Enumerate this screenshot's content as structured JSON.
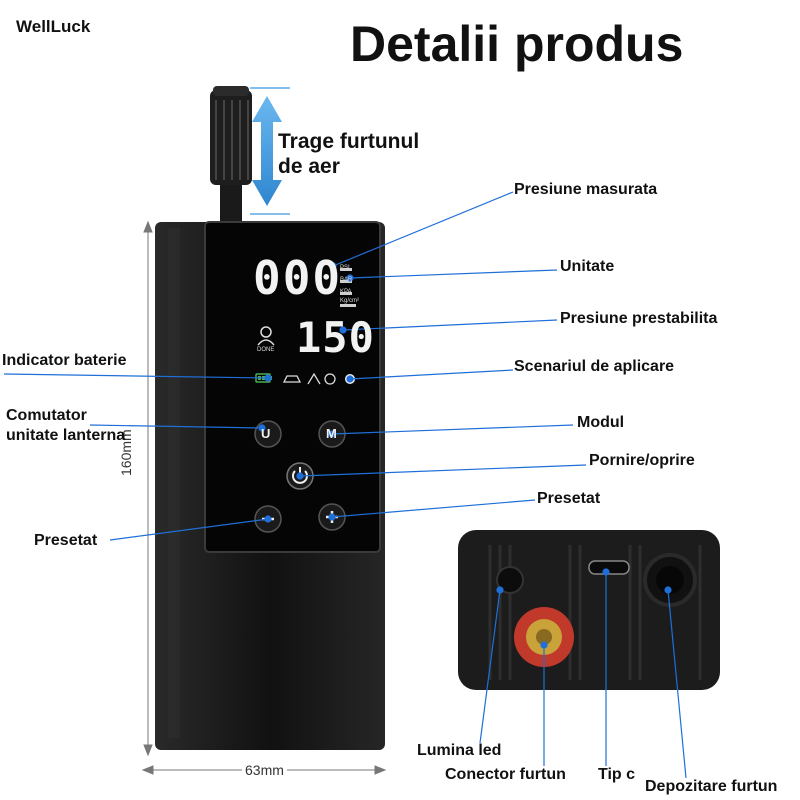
{
  "brand": "WellLuck",
  "title": "Detalii produs",
  "dimensions": {
    "height": "160mm",
    "width": "63mm"
  },
  "display": {
    "pressure_readout": "000",
    "preset_readout": "150",
    "units": [
      "PSI",
      "BAR",
      "KPA",
      "Kg/cm²"
    ],
    "done_label": "DONE"
  },
  "callouts": {
    "hose_pull": [
      "Trage furtunul",
      "de aer"
    ],
    "measured_pressure": "Presiune masurata",
    "unit": "Unitate",
    "preset_pressure": "Presiune prestabilita",
    "battery_indicator": "Indicator baterie",
    "application_scenario": "Scenariul de aplicare",
    "unit_flashlight_switch": [
      "Comutator",
      "unitate lanterna"
    ],
    "mode": "Modul",
    "power": "Pornire/oprire",
    "preset_plus": "Presetat",
    "preset_minus": "Presetat",
    "led_light": "Lumina led",
    "hose_connector": "Conector furtun",
    "type_c": "Tip c",
    "hose_storage": "Depozitare furtun"
  },
  "colors": {
    "accent": "#1e6fd9",
    "arrow": "#5aa9e6",
    "device": "#141414",
    "nozzle": "#c0392b",
    "brass": "#c9a23a"
  }
}
